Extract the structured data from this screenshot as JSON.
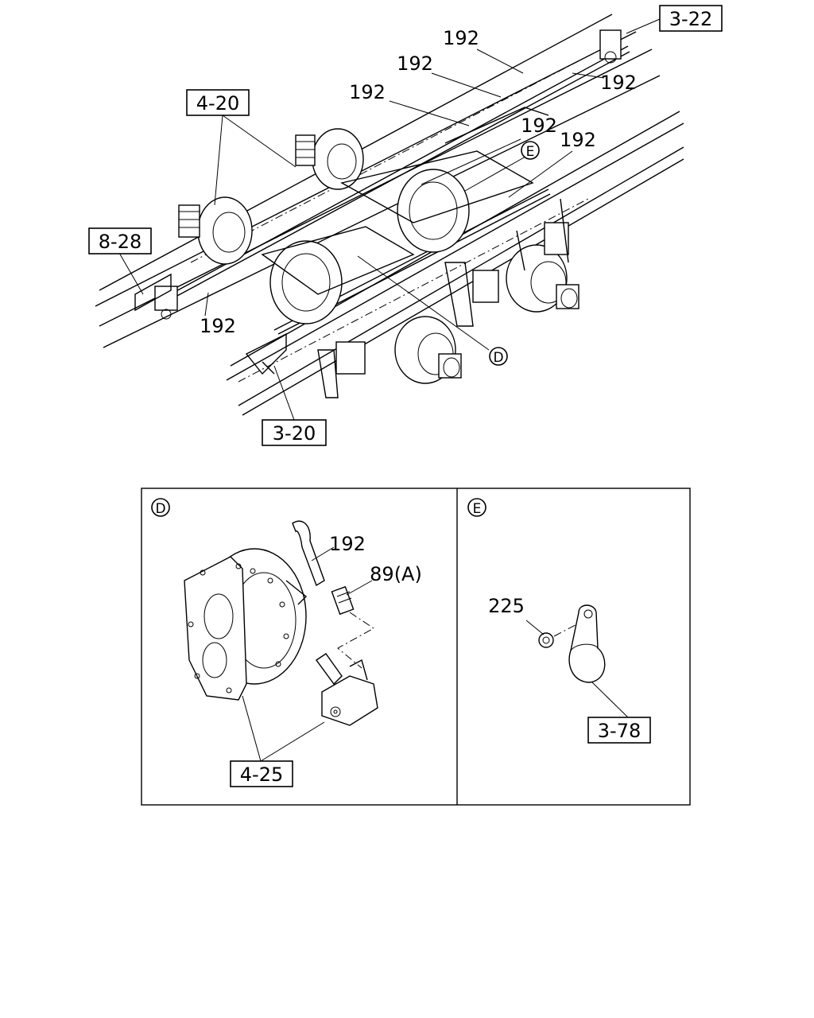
{
  "main_view": {
    "refs": {
      "r_3_22": "3-22",
      "r_4_20": "4-20",
      "r_8_28": "8-28",
      "r_3_20": "3-20"
    },
    "labels": [
      "192",
      "192",
      "192",
      "192",
      "192",
      "192",
      "192"
    ],
    "callouts": {
      "e": "E",
      "d": "D"
    }
  },
  "detail_d": {
    "marker": "D",
    "part_192": "192",
    "part_89": "89(A)",
    "ref_4_25": "4-25"
  },
  "detail_e": {
    "marker": "E",
    "part_225": "225",
    "ref_3_78": "3-78"
  }
}
